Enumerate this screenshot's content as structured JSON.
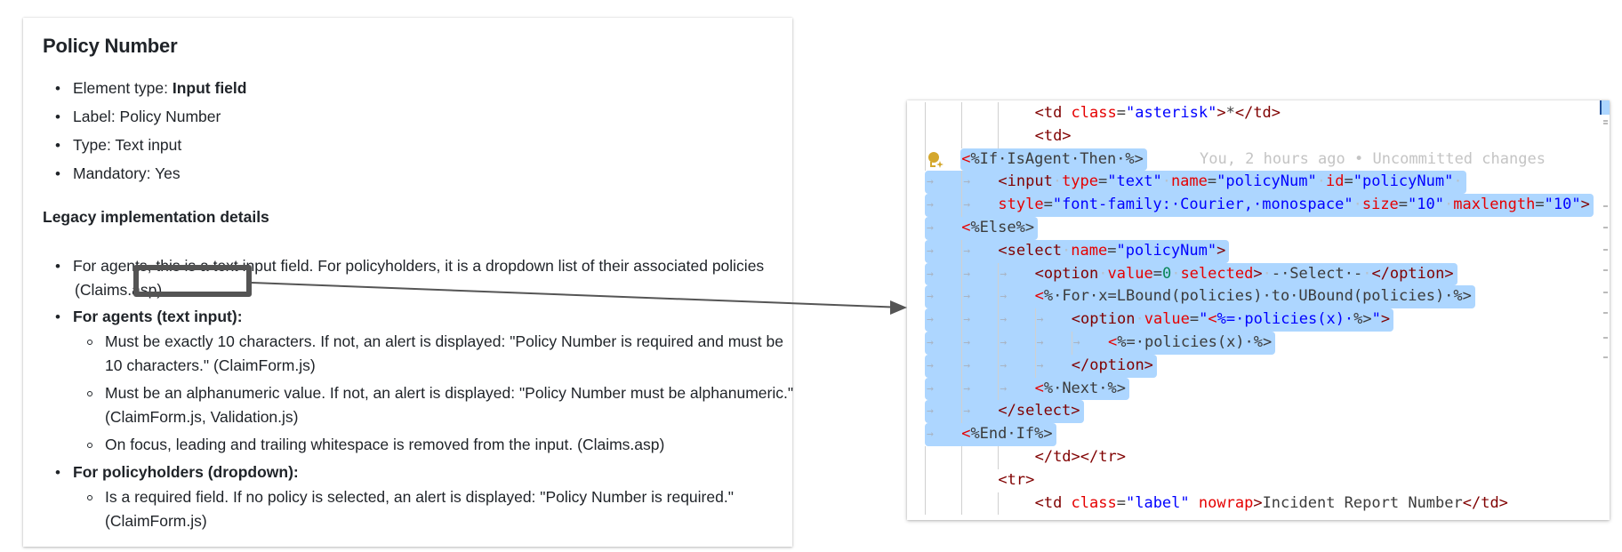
{
  "doc": {
    "title": "Policy Number",
    "meta": [
      {
        "label": "Element type: ",
        "value": "Input field",
        "value_bold": true
      },
      {
        "label": "Label: ",
        "value": "Policy Number"
      },
      {
        "label": "Type: ",
        "value": "Text input"
      },
      {
        "label": "Mandatory: ",
        "value": "Yes"
      }
    ],
    "legacy_heading": "Legacy implementation details",
    "legacy": {
      "intro_text": "For agents, this is a text input field. For policyholders, it is a dropdown list of their associated policies",
      "intro_ref": "(Claims.asp)",
      "agents_heading": "For agents (text input):",
      "agents_items": [
        "Must be exactly 10 characters. If not, an alert is displayed: \"Policy Number is required and must be 10 characters.\" (ClaimForm.js)",
        "Must be an alphanumeric value. If not, an alert is displayed: \"Policy Number must be alphanumeric.\" (ClaimForm.js, Validation.js)",
        "On focus, leading and trailing whitespace is removed from the input. (Claims.asp)"
      ],
      "holders_heading": "For policyholders (dropdown):",
      "holders_items": [
        "Is a required field. If no policy is selected, an alert is displayed: \"Policy Number is required.\" (ClaimForm.js)"
      ]
    }
  },
  "annotation": {
    "highlighted_ref": "(Claims.asp)",
    "arrow_color": "#555555"
  },
  "editor": {
    "blame": "You, 2 hours ago • Uncommitted changes",
    "selection_color": "#add6ff",
    "lines": [
      {
        "indent": 3,
        "selected": false,
        "tokens": [
          [
            "tag",
            "<td "
          ],
          [
            "attr",
            "class"
          ],
          [
            "txt",
            "="
          ],
          [
            "str",
            "\"asterisk\""
          ],
          [
            "tag",
            ">"
          ],
          [
            "txt",
            "*"
          ],
          [
            "tag",
            "</td>"
          ]
        ]
      },
      {
        "indent": 3,
        "selected": false,
        "tokens": [
          [
            "tag",
            "<td>"
          ]
        ]
      },
      {
        "indent": 1,
        "selected": true,
        "lightbulb": true,
        "blame": true,
        "tokens": [
          [
            "delim",
            "<"
          ],
          [
            "txt",
            "%If·IsAgent·Then·%>"
          ]
        ]
      },
      {
        "indent": 2,
        "selected": true,
        "tokens": [
          [
            "tag",
            "<input"
          ],
          [
            "dot",
            "·"
          ],
          [
            "attr",
            "type"
          ],
          [
            "txt",
            "="
          ],
          [
            "str",
            "\"text\""
          ],
          [
            "dot",
            "·"
          ],
          [
            "attr",
            "name"
          ],
          [
            "txt",
            "="
          ],
          [
            "str",
            "\"policyNum\""
          ],
          [
            "dot",
            "·"
          ],
          [
            "attr",
            "id"
          ],
          [
            "txt",
            "="
          ],
          [
            "str",
            "\"policyNum\""
          ],
          [
            "dot",
            "·"
          ]
        ]
      },
      {
        "indent": 2,
        "selected": true,
        "tokens": [
          [
            "attr",
            "style"
          ],
          [
            "txt",
            "="
          ],
          [
            "str",
            "\"font-family:·Courier,·monospace\""
          ],
          [
            "dot",
            "·"
          ],
          [
            "attr",
            "size"
          ],
          [
            "txt",
            "="
          ],
          [
            "str",
            "\"10\""
          ],
          [
            "dot",
            "·"
          ],
          [
            "attr",
            "maxlength"
          ],
          [
            "txt",
            "="
          ],
          [
            "str",
            "\"10\""
          ],
          [
            "tag",
            ">"
          ]
        ]
      },
      {
        "indent": 1,
        "selected": true,
        "tokens": [
          [
            "delim",
            "<"
          ],
          [
            "txt",
            "%Else%>"
          ]
        ]
      },
      {
        "indent": 2,
        "selected": true,
        "tokens": [
          [
            "tag",
            "<select"
          ],
          [
            "dot",
            "·"
          ],
          [
            "attr",
            "name"
          ],
          [
            "txt",
            "="
          ],
          [
            "str",
            "\"policyNum\""
          ],
          [
            "tag",
            ">"
          ]
        ]
      },
      {
        "indent": 3,
        "selected": true,
        "tokens": [
          [
            "tag",
            "<option"
          ],
          [
            "dot",
            "·"
          ],
          [
            "attr",
            "value"
          ],
          [
            "txt",
            "="
          ],
          [
            "num",
            "0"
          ],
          [
            "dot",
            "·"
          ],
          [
            "attr",
            "selected"
          ],
          [
            "tag",
            ">"
          ],
          [
            "dot",
            "·"
          ],
          [
            "txt",
            "-·Select·-"
          ],
          [
            "dot",
            "·"
          ],
          [
            "tag",
            "</option>"
          ]
        ]
      },
      {
        "indent": 3,
        "selected": true,
        "tokens": [
          [
            "delim",
            "<"
          ],
          [
            "txt",
            "%·For·x=LBound(policies)·to·UBound(policies)·%>"
          ]
        ]
      },
      {
        "indent": 4,
        "selected": true,
        "tokens": [
          [
            "tag",
            "<option"
          ],
          [
            "dot",
            "·"
          ],
          [
            "attr",
            "value"
          ],
          [
            "txt",
            "="
          ],
          [
            "str",
            "\""
          ],
          [
            "delim",
            "<"
          ],
          [
            "str",
            "%=·policies(x)·"
          ],
          [
            "txt",
            "%>"
          ],
          [
            "str",
            "\""
          ],
          [
            "tag",
            ">"
          ]
        ]
      },
      {
        "indent": 5,
        "selected": true,
        "tokens": [
          [
            "delim",
            "<"
          ],
          [
            "txt",
            "%=·policies(x)·%>"
          ]
        ]
      },
      {
        "indent": 4,
        "selected": true,
        "tokens": [
          [
            "tag",
            "</option>"
          ]
        ]
      },
      {
        "indent": 3,
        "selected": true,
        "tokens": [
          [
            "delim",
            "<"
          ],
          [
            "txt",
            "%·Next·%>"
          ]
        ]
      },
      {
        "indent": 2,
        "selected": true,
        "tokens": [
          [
            "tag",
            "</select>"
          ]
        ]
      },
      {
        "indent": 1,
        "selected": true,
        "tokens": [
          [
            "delim",
            "<"
          ],
          [
            "txt",
            "%End·If%>"
          ]
        ]
      },
      {
        "indent": 3,
        "selected": false,
        "tokens": [
          [
            "tag",
            "</td></tr>"
          ]
        ]
      },
      {
        "indent": 2,
        "selected": false,
        "tokens": [
          [
            "tag",
            "<tr>"
          ]
        ]
      },
      {
        "indent": 3,
        "selected": false,
        "tokens": [
          [
            "tag",
            "<td "
          ],
          [
            "attr",
            "class"
          ],
          [
            "txt",
            "="
          ],
          [
            "str",
            "\"label\""
          ],
          [
            "txt",
            " "
          ],
          [
            "attr",
            "nowrap"
          ],
          [
            "tag",
            ">"
          ],
          [
            "txt",
            "Incident Report Number"
          ],
          [
            "tag",
            "</td>"
          ]
        ]
      }
    ]
  }
}
